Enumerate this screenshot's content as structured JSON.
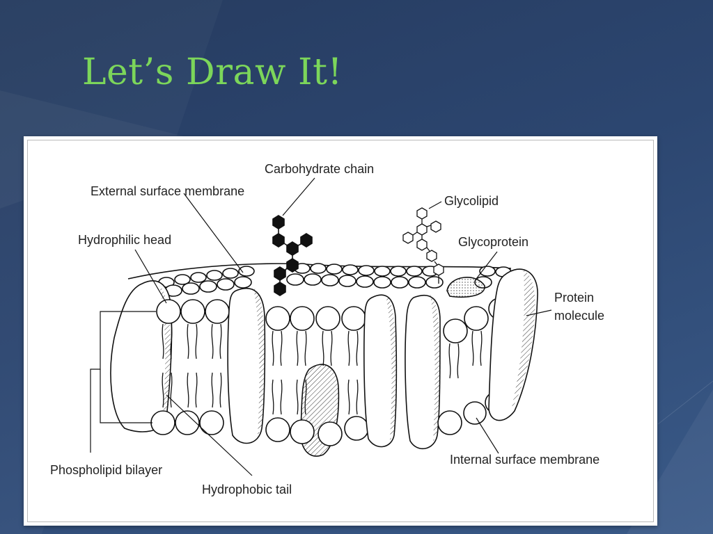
{
  "slide": {
    "title": "Let’s Draw It!"
  },
  "diagram": {
    "labels": {
      "carbohydrate_chain": "Carbohydrate chain",
      "external_surface_membrane": "External surface membrane",
      "glycolipid": "Glycolipid",
      "hydrophilic_head": "Hydrophilic head",
      "glycoprotein": "Glycoprotein",
      "protein_molecule_line1": "Protein",
      "protein_molecule_line2": "molecule",
      "phospholipid_bilayer": "Phospholipid bilayer",
      "hydrophobic_tail": "Hydrophobic tail",
      "internal_surface_membrane": "Internal surface membrane"
    }
  },
  "colors": {
    "title": "#7cd65a",
    "background": "#2c4670"
  }
}
